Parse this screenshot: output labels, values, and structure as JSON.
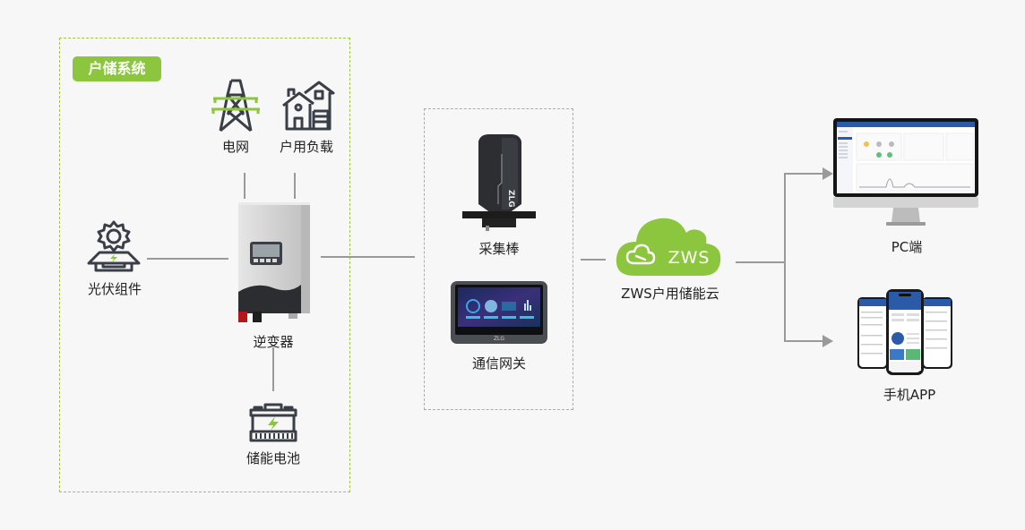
{
  "system_group": {
    "title": "户储系统",
    "nodes": {
      "grid": {
        "label": "电网",
        "icon": "power-tower-icon"
      },
      "home_load": {
        "label": "户用负载",
        "icon": "house-icon"
      },
      "pv": {
        "label": "光伏组件",
        "icon": "solar-panel-icon"
      },
      "inverter": {
        "label": "逆变器",
        "icon": "inverter-device"
      },
      "battery": {
        "label": "储能电池",
        "icon": "battery-icon"
      }
    }
  },
  "gateway_group": {
    "collector": {
      "label": "采集棒",
      "brand": "ZLG"
    },
    "gateway": {
      "label": "通信网关",
      "brand": "ZLG"
    }
  },
  "cloud": {
    "logo_text": "ZWS",
    "label": "ZWS户用储能云"
  },
  "clients": {
    "pc": {
      "label": "PC端"
    },
    "app": {
      "label": "手机APP"
    }
  },
  "colors": {
    "accent": "#8cc63e",
    "line": "#9a9a9a",
    "icon_dark": "#3a3f47"
  }
}
